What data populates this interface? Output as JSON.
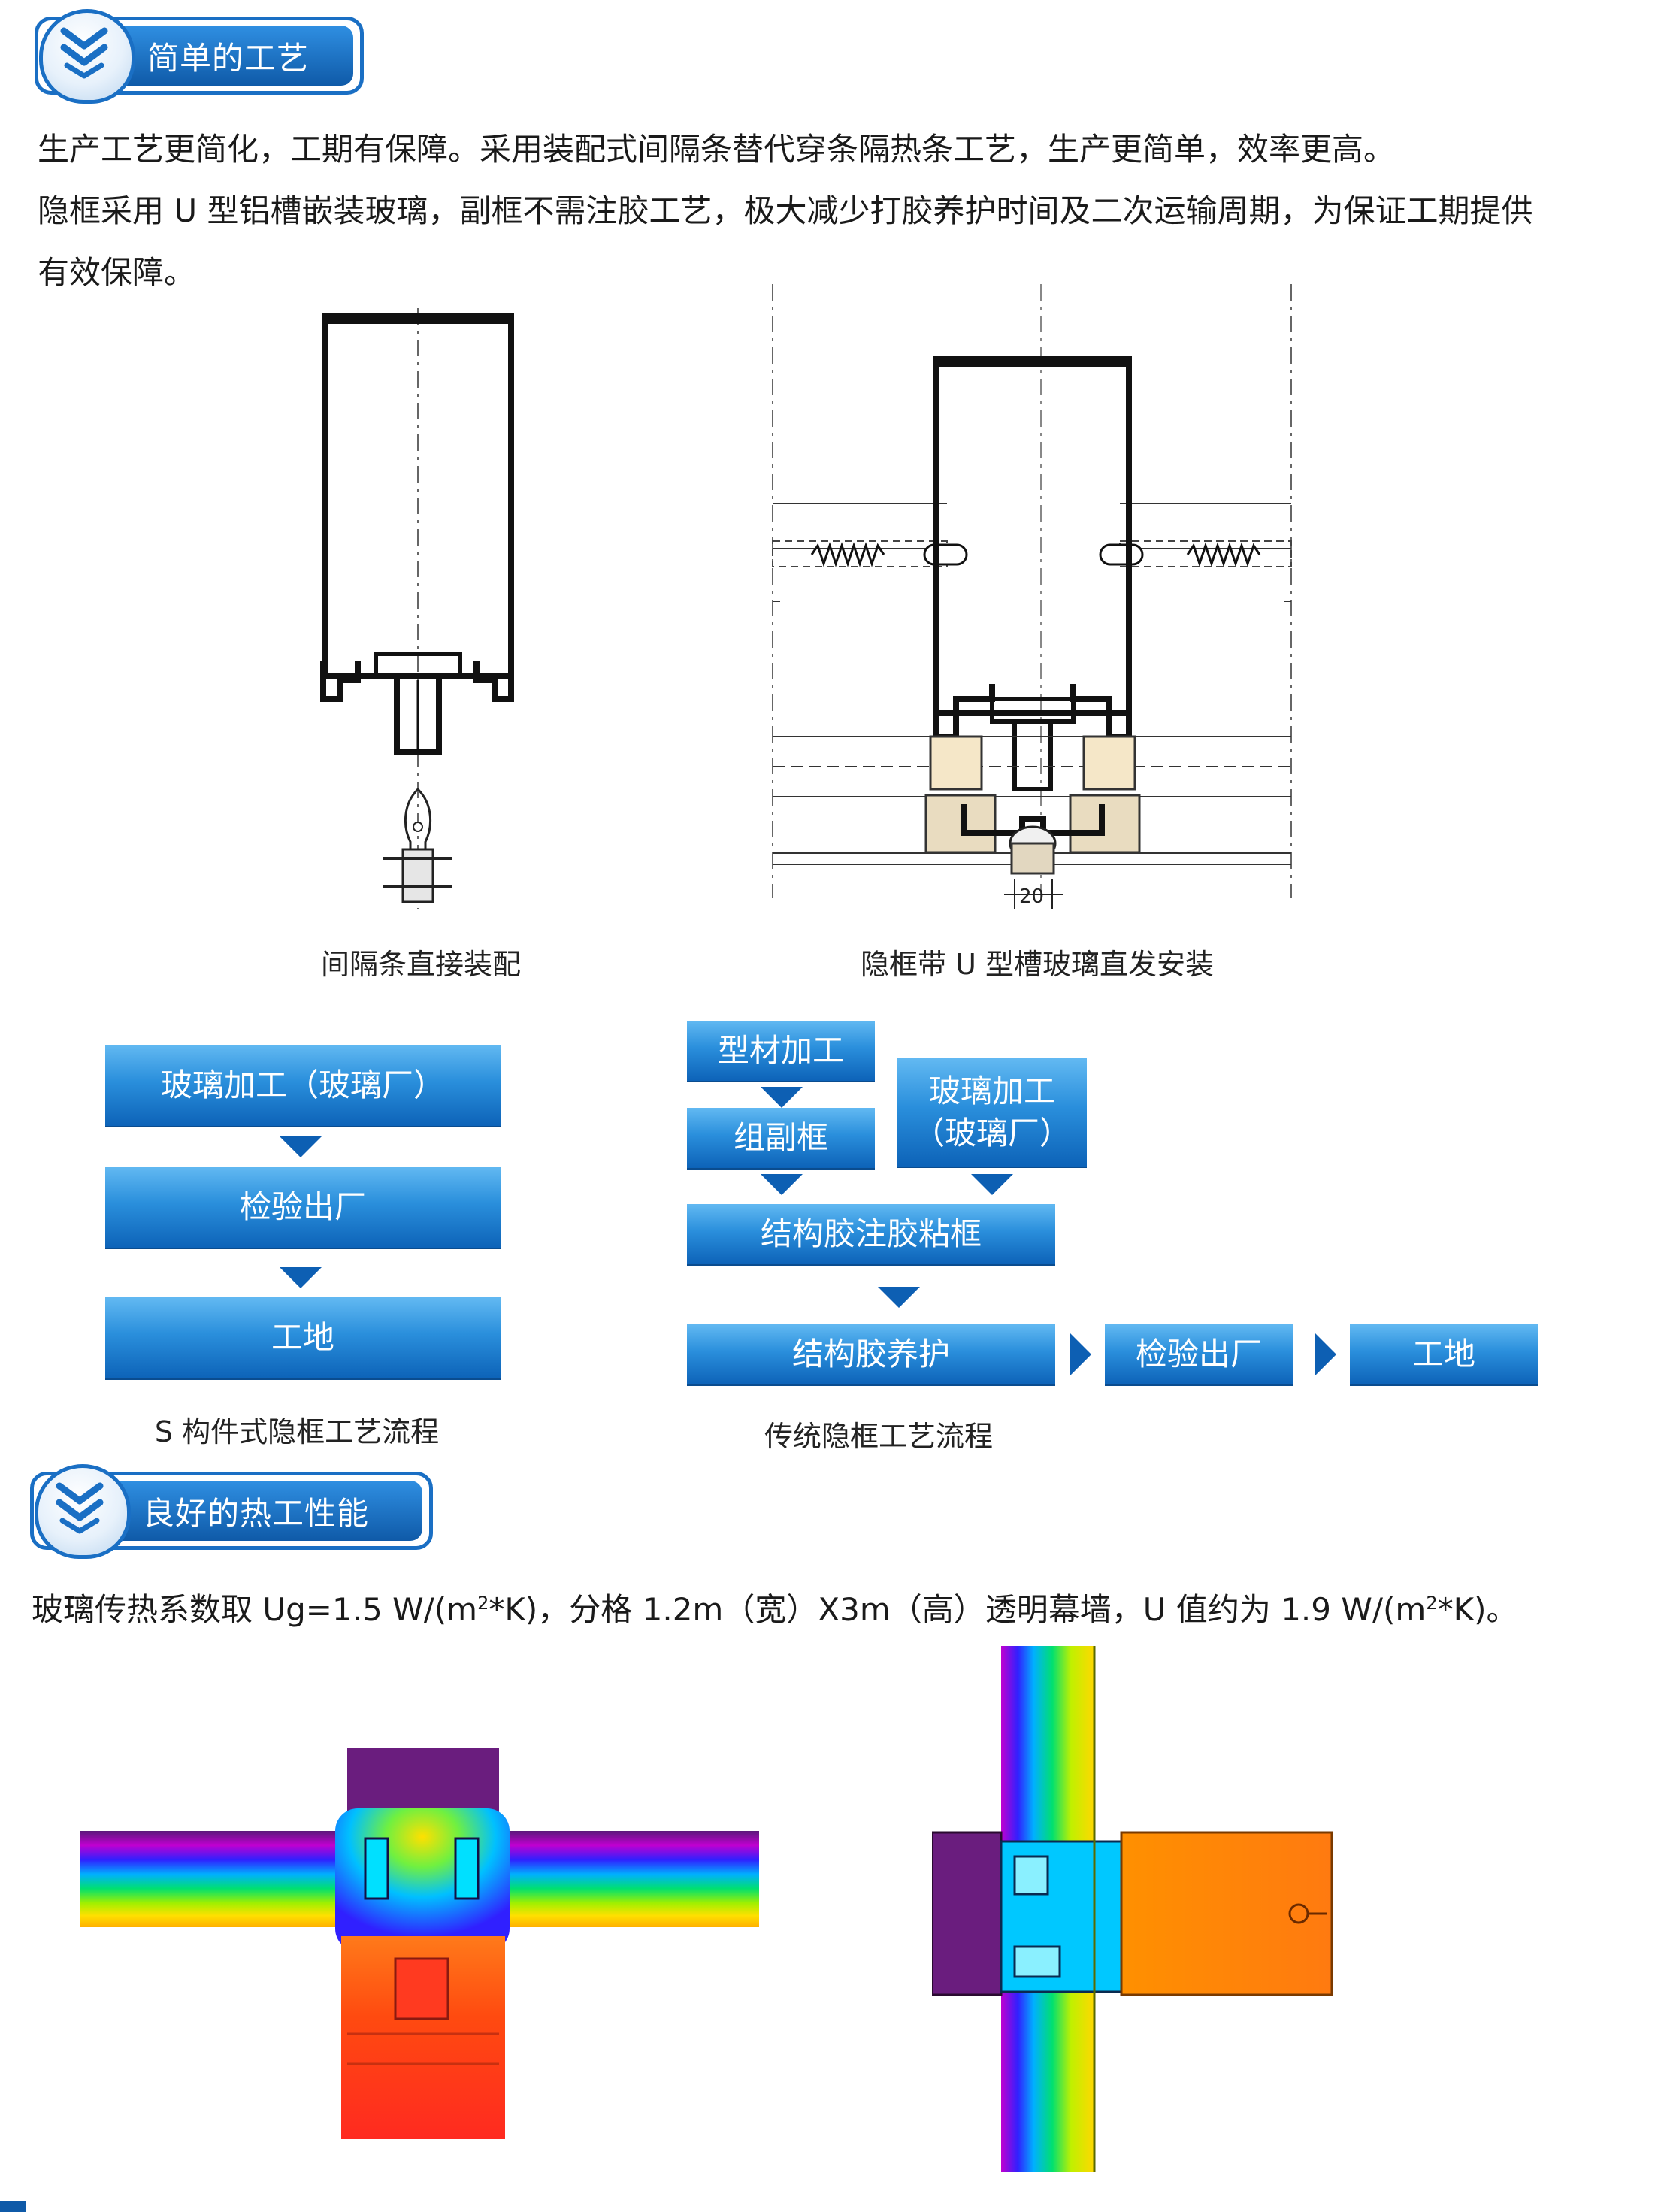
{
  "sections": [
    {
      "title": "简单的工艺"
    },
    {
      "title": "良好的热工性能"
    }
  ],
  "process": {
    "paragraph_lines": [
      "生产工艺更简化，工期有保障。采用装配式间隔条替代穿条隔热条工艺，生产更简单，效率更高。",
      "隐框采用 U 型铝槽嵌装玻璃，副框不需注胶工艺，极大减少打胶养护时间及二次运输周期，为保证工期提供",
      "有效保障。"
    ],
    "figure_left_caption": "间隔条直接装配",
    "figure_right_caption": "隐框带 U 型槽玻璃直发安装",
    "dimension_label": "20"
  },
  "flow_s": {
    "caption": "S 构件式隐框工艺流程",
    "steps": [
      "玻璃加工（玻璃厂）",
      "检验出厂",
      "工地"
    ]
  },
  "flow_traditional": {
    "caption": "传统隐框工艺流程",
    "profile_processing": "型材加工",
    "sub_frame": "组副框",
    "glass_processing_line1": "玻璃加工",
    "glass_processing_line2": "（玻璃厂）",
    "structural_glue": "结构胶注胶粘框",
    "curing": "结构胶养护",
    "inspection": "检验出厂",
    "site": "工地"
  },
  "thermal": {
    "text_a": "玻璃传热系数取 Ug=1.5 W/(m",
    "sup_a": "2",
    "text_b": "*K)，分格 1.2m（宽）X3m（高）透明幕墙，U 值约为 1.9 W/(m",
    "sup_b": "2",
    "text_c": "*K)。"
  },
  "colors": {
    "brand_blue": "#1a6fc4",
    "flow_blue": "#2a8fdc"
  },
  "icons": [
    "chevron-down-double-icon"
  ]
}
